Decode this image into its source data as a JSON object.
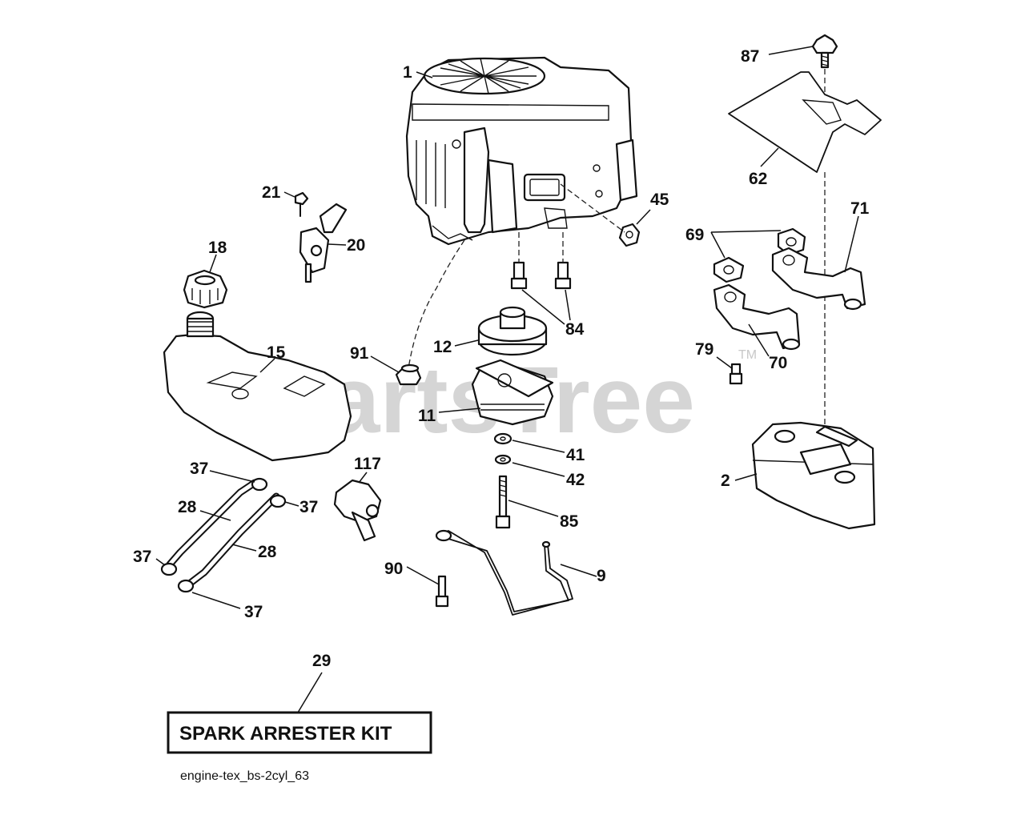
{
  "watermark": {
    "text": "PartsTree",
    "tm": "TM"
  },
  "callouts": {
    "c1": "1",
    "c2": "2",
    "c9": "9",
    "c11": "11",
    "c12": "12",
    "c15": "15",
    "c18": "18",
    "c20": "20",
    "c21": "21",
    "c28a": "28",
    "c28b": "28",
    "c29": "29",
    "c37a": "37",
    "c37b": "37",
    "c37c": "37",
    "c37d": "37",
    "c41": "41",
    "c42": "42",
    "c45": "45",
    "c62": "62",
    "c69": "69",
    "c70": "70",
    "c71": "71",
    "c79": "79",
    "c84": "84",
    "c85": "85",
    "c87": "87",
    "c90": "90",
    "c91": "91",
    "c117": "117"
  },
  "kit_box": {
    "label": "SPARK ARRESTER KIT"
  },
  "diagram_code": "engine-tex_bs-2cyl_63"
}
